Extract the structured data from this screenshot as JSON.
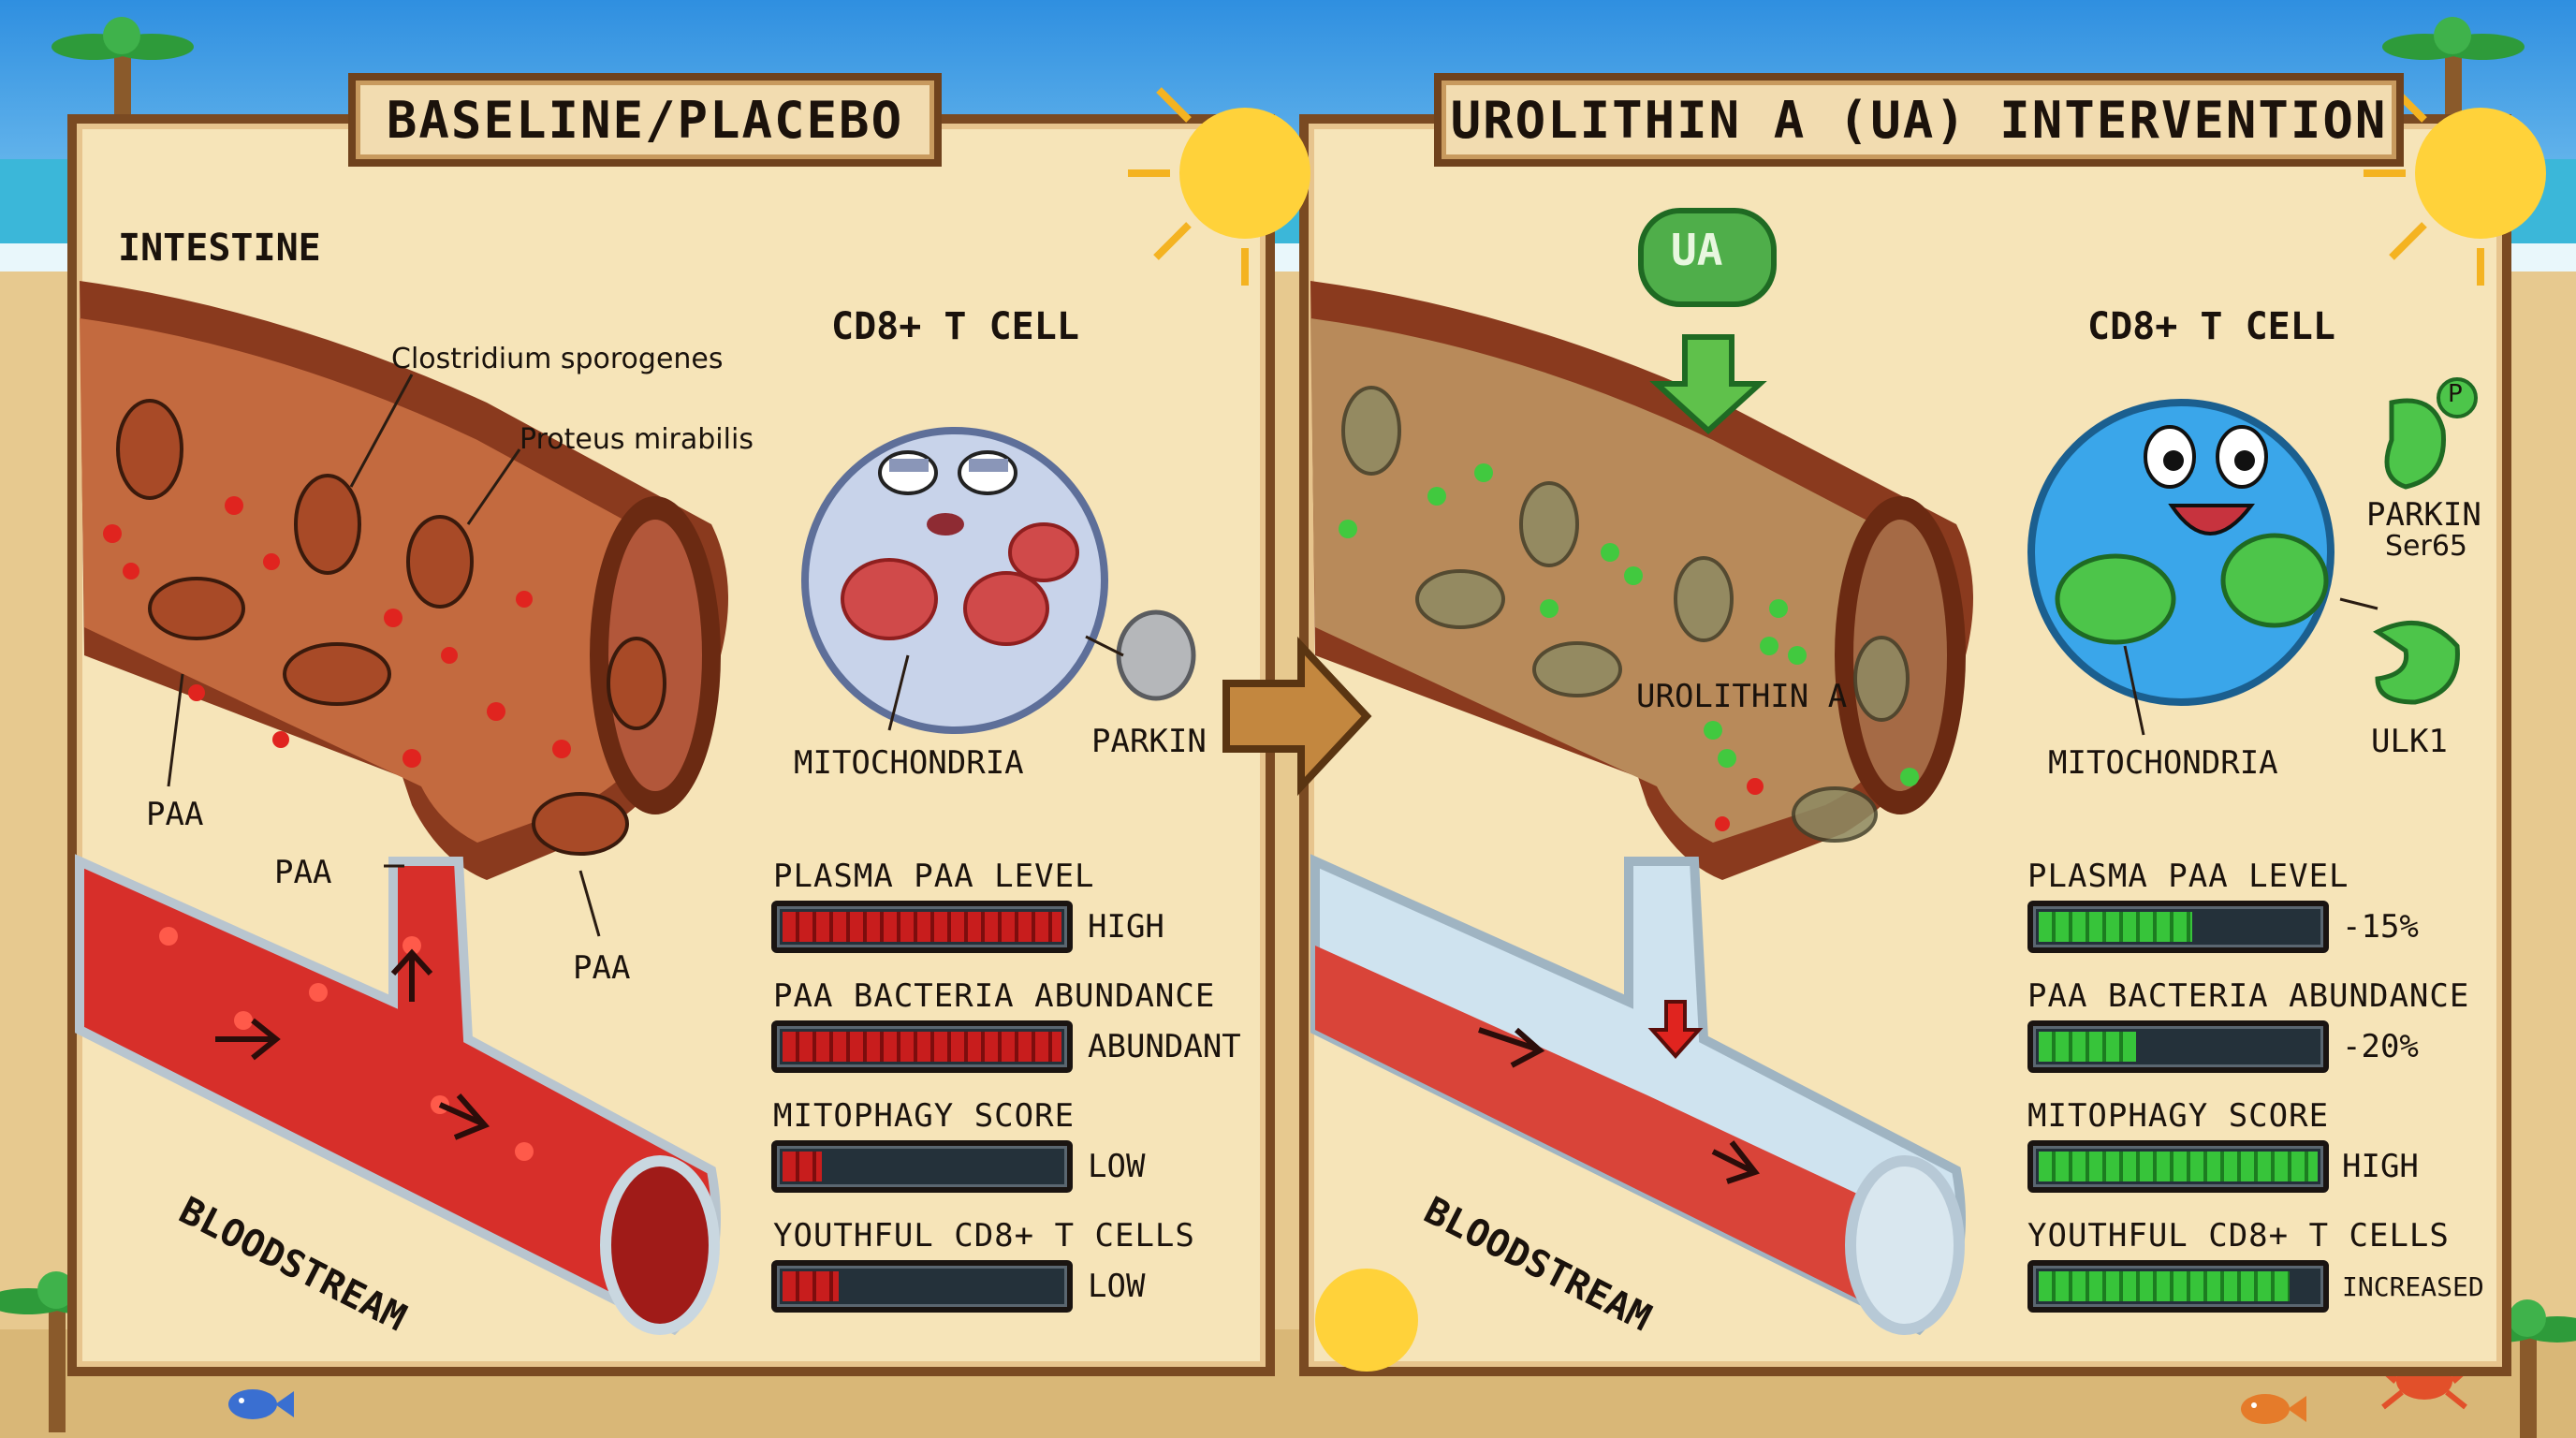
{
  "colors": {
    "sky": "#3fa2e8",
    "sand": "#e7c98f",
    "panel": "#f6e4b8",
    "frame": "#7a4a22",
    "bad": "#c81d1d",
    "good": "#37c43a"
  },
  "left": {
    "title": "BASELINE/PLACEBO",
    "intestine_label": "INTESTINE",
    "bacteria_label_1": "Clostridium sporogenes",
    "bacteria_label_2": "Proteus mirabilis",
    "paa_label_1": "PAA",
    "paa_label_2": "PAA",
    "paa_label_3": "PAA",
    "bloodstream_label": "BLOODSTREAM",
    "cell_title": "CD8+ T CELL",
    "mito_label": "MITOCHONDRIA",
    "parkin_label": "PARKIN",
    "metrics": [
      {
        "label": "PLASMA PAA LEVEL",
        "value": "HIGH",
        "level": 1.0
      },
      {
        "label": "PAA BACTERIA ABUNDANCE",
        "value": "ABUNDANT",
        "level": 1.0
      },
      {
        "label": "MITOPHAGY SCORE",
        "value": "LOW",
        "level": 0.14
      },
      {
        "label": "YOUTHFUL CD8+ T CELLS",
        "value": "LOW",
        "level": 0.2
      }
    ]
  },
  "right": {
    "title": "UROLITHIN A (UA) INTERVENTION",
    "pill_label": "UA",
    "urolithin_label": "UROLITHIN A",
    "bloodstream_label": "BLOODSTREAM",
    "cell_title": "CD8+ T CELL",
    "mito_label": "MITOCHONDRIA",
    "parkin_label": "PARKIN",
    "parkin_sub": "Ser65",
    "p_badge": "P",
    "ulk1_label": "ULK1",
    "metrics": [
      {
        "label": "PLASMA PAA LEVEL",
        "value": "-15%",
        "level": 0.55
      },
      {
        "label": "PAA BACTERIA ABUNDANCE",
        "value": "-20%",
        "level": 0.35
      },
      {
        "label": "MITOPHAGY SCORE",
        "value": "HIGH",
        "level": 1.0
      },
      {
        "label": "YOUTHFUL CD8+ T CELLS",
        "value": "INCREASED",
        "level": 0.9
      }
    ]
  },
  "icons": [
    "palm-tree-icon",
    "sun-icon",
    "fish-icon",
    "crab-icon",
    "arrow-right-icon",
    "arrow-down-icon",
    "pill-icon"
  ]
}
